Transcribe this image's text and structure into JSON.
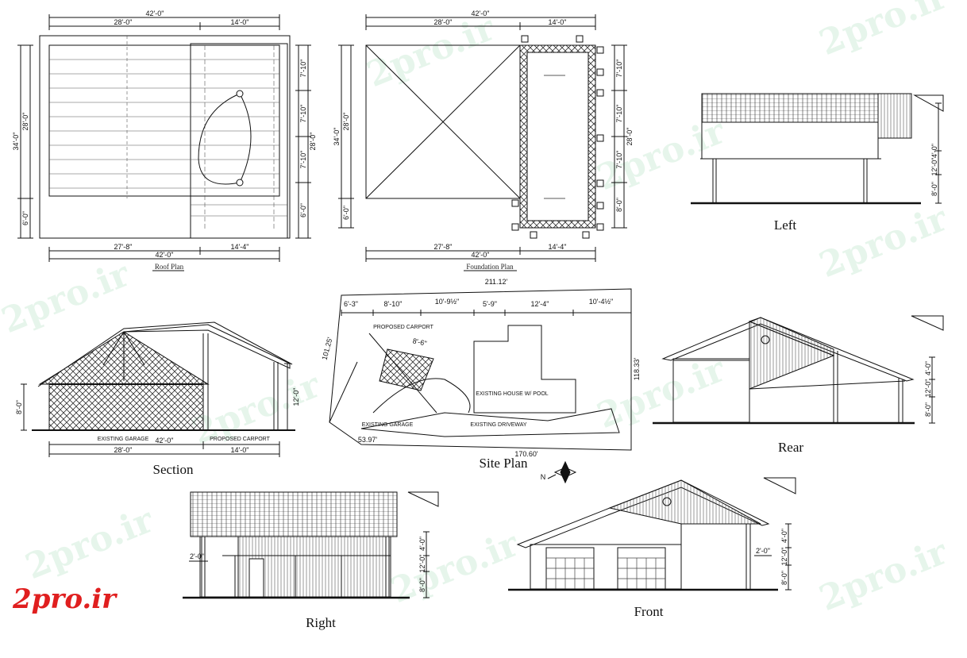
{
  "watermark_text": "2pro.ir",
  "brand": {
    "logo_text": "2pro.ir",
    "logo_color": "#e01f1f"
  },
  "roof_plan": {
    "title": "Roof Plan",
    "top_overall": "42'-0\"",
    "top_left": "28'-0\"",
    "top_right": "14'-0\"",
    "bottom_overall": "42'-0\"",
    "bottom_left": "27'-8\"",
    "bottom_right": "14'-4\"",
    "left_overall": "34'-0\"",
    "left_upper": "28'-0\"",
    "left_lower": "6'-0\"",
    "right_overall": "28'-0\"",
    "right_segments": [
      "7'-10\"",
      "7'-10\"",
      "7'-10\"",
      "6'-0\""
    ]
  },
  "foundation_plan": {
    "title": "Foundation Plan",
    "top_overall": "42'-0\"",
    "top_left": "28'-0\"",
    "top_right": "14'-0\"",
    "bottom_overall": "42'-0\"",
    "bottom_left": "27'-8\"",
    "bottom_right": "14'-4\"",
    "left_overall": "34'-0\"",
    "left_upper": "28'-0\"",
    "left_lower": "6'-0\"",
    "right_overall": "28'-0\"",
    "right_segments": [
      "7'-10\"",
      "7'-10\"",
      "7'-10\"",
      "8'-0\""
    ]
  },
  "left_elevation": {
    "title": "Left",
    "heights": [
      "4'-0\"",
      "12'-0\"",
      "8'-0\""
    ]
  },
  "section": {
    "title": "Section",
    "label_garage": "EXISTING GARAGE",
    "label_carport": "PROPOSED CARPORT",
    "bottom_overall": "42'-0\"",
    "bottom_left": "28'-0\"",
    "bottom_right": "14'-0\"",
    "left_height": "8'-0\"",
    "right_height": "12'-0\""
  },
  "site_plan": {
    "title": "Site Plan",
    "top_total": "211.12'",
    "top_segments": [
      "6'-3\"",
      "8'-10\"",
      "10'-9½\"",
      "5'-9\"",
      "12'-4\"",
      "10'-4½\""
    ],
    "right_side": "118.33'",
    "left_side": "101.25'",
    "bottom_left": "53.97'",
    "bottom_right": "170.60'",
    "carport_width": "8'-6\"",
    "label_carport": "PROPOSED CARPORT",
    "label_house": "EXISTING HOUSE W/ POOL",
    "label_driveway": "EXISTING DRIVEWAY",
    "label_garage": "EXISTING GARAGE",
    "north_label": "N"
  },
  "rear_elevation": {
    "title": "Rear",
    "heights": [
      "4'-0\"",
      "12'-0\"",
      "8'-0\""
    ]
  },
  "right_elevation": {
    "title": "Right",
    "heights": [
      "4'-0\"",
      "12'-0\"",
      "8'-0\""
    ],
    "opening": "2'-0\""
  },
  "front_elevation": {
    "title": "Front",
    "heights": [
      "4'-0\"",
      "12'-0\"",
      "8'-0\""
    ],
    "opening": "2'-0\""
  },
  "colors": {
    "line": "#111111",
    "hatch": "#333333",
    "watermark": "#1aa84a"
  }
}
